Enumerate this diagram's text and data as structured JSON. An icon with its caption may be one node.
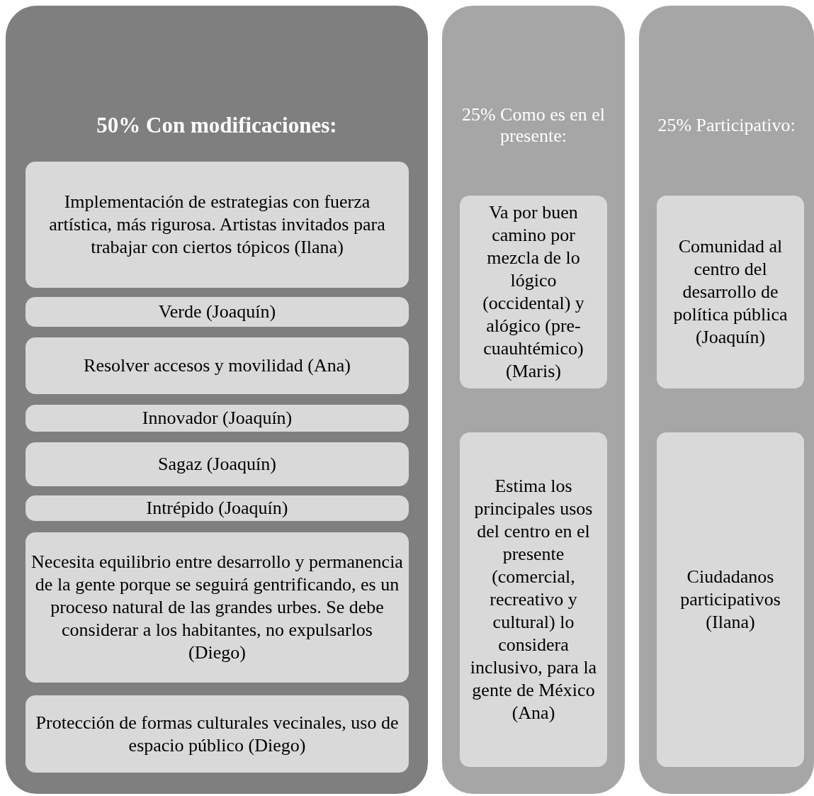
{
  "diagram": {
    "nodes": [
      {
        "text": [
          "50% Con modificaciones:"
        ]
      },
      {
        "text": [
          "Implementación de estrategias con fuerza artística, más rigurosa. Artistas invitados para trabajar con ciertos tópicos (Ilana)"
        ],
        "in": 0
      },
      {
        "text": [
          "Verde (Joaquín)"
        ],
        "in": 0
      },
      {
        "text": [
          "Resolver accesos y movilidad (Ana)"
        ],
        "in": 0
      },
      {
        "text": [
          "Innovador (Joaquín)"
        ],
        "in": 0
      },
      {
        "text": [
          "Sagaz (Joaquín)"
        ],
        "in": 0
      },
      {
        "text": [
          "Intrépido (Joaquín)"
        ],
        "in": 0
      },
      {
        "text": [
          "Necesita equilibrio entre desarrollo y permanencia de la gente porque se seguirá gentrificando, es un proceso natural de las grandes urbes. Se debe considerar a los habitantes, no expulsarlos (Diego)"
        ],
        "in": 0
      },
      {
        "text": [
          "Protección de formas culturales vecinales, uso de espacio público (Diego)"
        ],
        "in": 0
      },
      {
        "text": [
          "25% Como es en el presente:"
        ]
      },
      {
        "text": [
          "Va por buen camino por mezcla de lo lógico (occidental) y alógico (pre-cuauhtémico) (Maris)"
        ],
        "in": 9
      },
      {
        "text": [
          "Estima los principales usos del centro en el presente (comercial, recreativo y cultural) lo considera inclusivo, para la gente de México (Ana)"
        ],
        "in": 9
      },
      {
        "text": [
          "25% Participativo:"
        ]
      },
      {
        "text": [
          "Comunidad al centro del desarrollo de política pública (Joaquín)"
        ],
        "in": 12
      },
      {
        "text": [
          "Ciudadanos participativos (Ilana)"
        ],
        "in": 12
      }
    ],
    "edges": []
  }
}
